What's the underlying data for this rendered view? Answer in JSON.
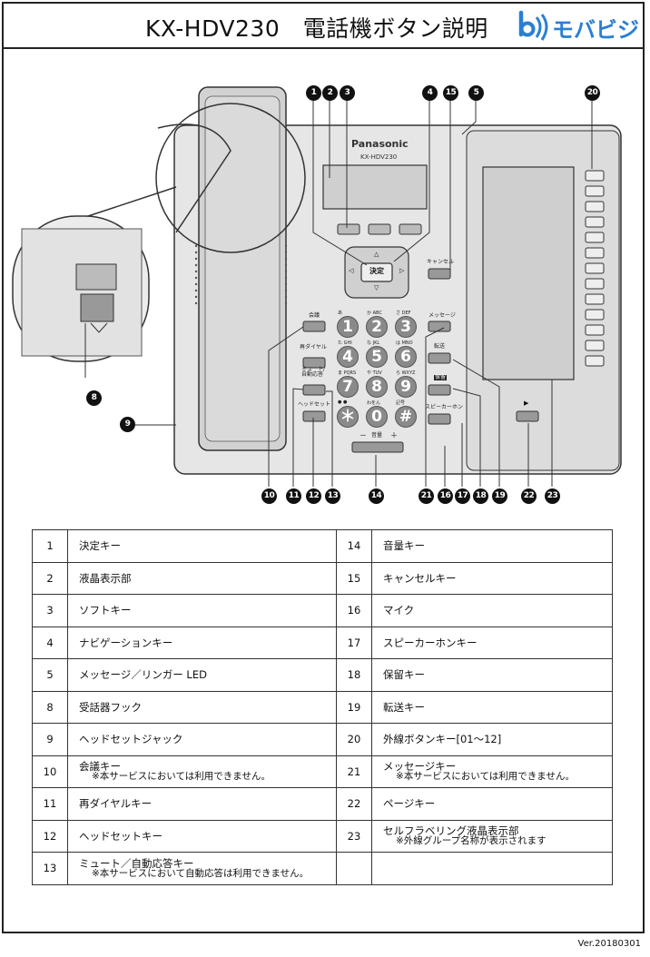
{
  "header": {
    "title": "KX-HDV230　電話機ボタン説明",
    "logo_text": "モバビジ"
  },
  "phone": {
    "brand": "Panasonic",
    "model": "KX-HDV230",
    "nav_center": "決定",
    "cancel": "キャンセル",
    "conference": "会議",
    "redial": "再ダイヤル",
    "mute": "ミュート/自動応答",
    "headset": "ヘッドセット",
    "message": "メッセージ",
    "transfer": "転送",
    "hold": "保留",
    "speaker": "スピーカーホン",
    "volume_minus": "－",
    "volume_label": "音量",
    "volume_plus": "＋",
    "page_key_symbol": "▶",
    "keypad": [
      {
        "digit": "1",
        "sup": "あ"
      },
      {
        "digit": "2",
        "sup": "か ABC"
      },
      {
        "digit": "3",
        "sup": "さ DEF"
      },
      {
        "digit": "4",
        "sup": "た GHI"
      },
      {
        "digit": "5",
        "sup": "な JKL"
      },
      {
        "digit": "6",
        "sup": "は MNO"
      },
      {
        "digit": "7",
        "sup": "ま PQRS"
      },
      {
        "digit": "8",
        "sup": "や TUV"
      },
      {
        "digit": "9",
        "sup": "ら WXYZ"
      },
      {
        "digit": "＊",
        "sup": "● ●"
      },
      {
        "digit": "0",
        "sup": "わをん"
      },
      {
        "digit": "#",
        "sup": "記号"
      }
    ]
  },
  "callouts": {
    "top": [
      "1",
      "2",
      "3",
      "4",
      "15",
      "5",
      "20"
    ],
    "left": [
      "8",
      "9"
    ],
    "bottom": [
      "10",
      "11",
      "12",
      "13",
      "14",
      "21",
      "16",
      "17",
      "18",
      "19",
      "22",
      "23"
    ]
  },
  "table": {
    "rows": [
      {
        "num": "1",
        "name": "決定キー",
        "note": "",
        "num2": "14",
        "name2": "音量キー",
        "note2": ""
      },
      {
        "num": "2",
        "name": "液晶表示部",
        "note": "",
        "num2": "15",
        "name2": "キャンセルキー",
        "note2": ""
      },
      {
        "num": "3",
        "name": "ソフトキー",
        "note": "",
        "num2": "16",
        "name2": "マイク",
        "note2": ""
      },
      {
        "num": "4",
        "name": "ナビゲーションキー",
        "note": "",
        "num2": "17",
        "name2": "スピーカーホンキー",
        "note2": ""
      },
      {
        "num": "5",
        "name": "メッセージ／リンガー LED",
        "note": "",
        "num2": "18",
        "name2": "保留キー",
        "note2": ""
      },
      {
        "num": "8",
        "name": "受話器フック",
        "note": "",
        "num2": "19",
        "name2": "転送キー",
        "note2": ""
      },
      {
        "num": "9",
        "name": "ヘッドセットジャック",
        "note": "",
        "num2": "20",
        "name2": "外線ボタンキー[01〜12]",
        "note2": ""
      },
      {
        "num": "10",
        "name": "会議キー",
        "note": "※本サービスにおいては利用できません。",
        "num2": "21",
        "name2": "メッセージキー",
        "note2": "※本サービスにおいては利用できません。"
      },
      {
        "num": "11",
        "name": "再ダイヤルキー",
        "note": "",
        "num2": "22",
        "name2": "ページキー",
        "note2": ""
      },
      {
        "num": "12",
        "name": "ヘッドセットキー",
        "note": "",
        "num2": "23",
        "name2": "セルフラベリング液晶表示部",
        "note2": "※外線グループ名称が表示されます"
      },
      {
        "num": "13",
        "name": "ミュート／自動応答キー",
        "note": "※本サービスにおいて自動応答は利用できません。",
        "num2": "",
        "name2": "",
        "note2": ""
      }
    ]
  },
  "footer": {
    "version": "Ver.20180301"
  },
  "colors": {
    "logo_blue": "#2a7fd4",
    "body_gray": "#e6e6e6",
    "key_gray": "#8a8a8a"
  }
}
